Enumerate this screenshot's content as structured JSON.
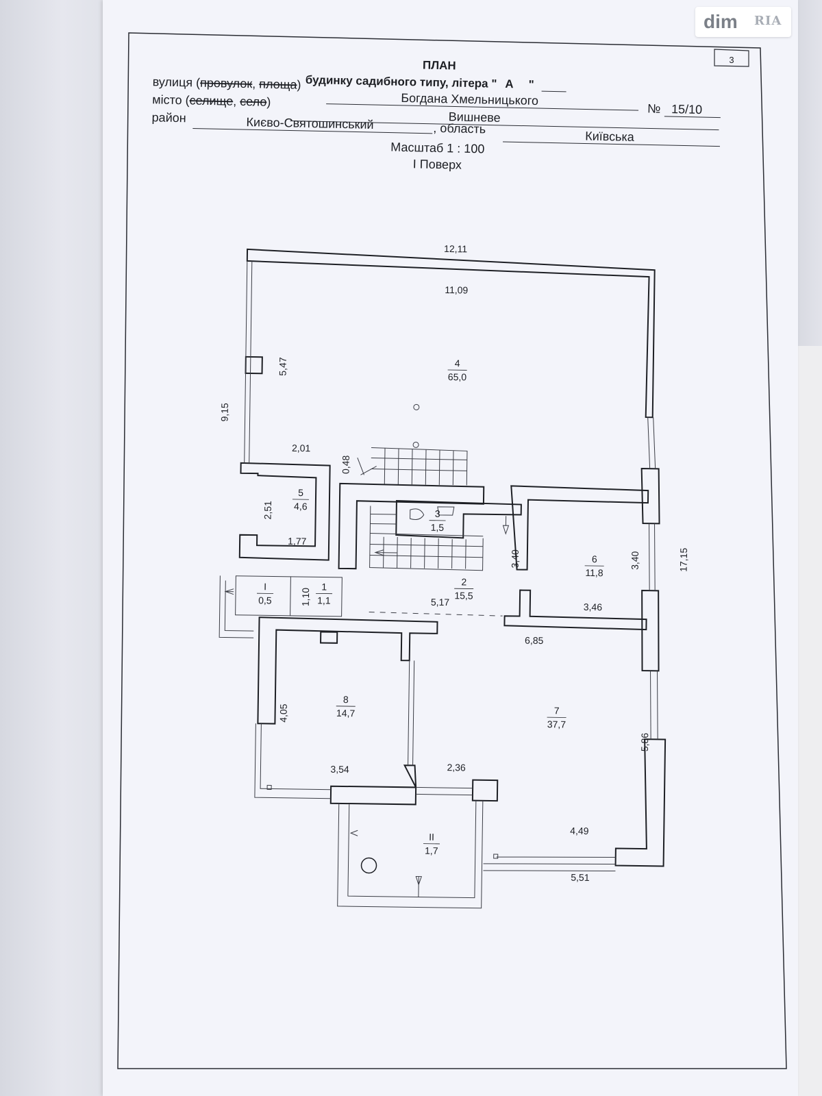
{
  "document": {
    "sheet_number": "3",
    "title": "ПЛАН",
    "subtitle": "будинку садибного типу, літера \"",
    "litera": "А",
    "quote_close": "\"",
    "street_label": "вулиця (",
    "street_strike_1": "провулок",
    "street_comma": ", ",
    "street_strike_2": "площа",
    "street_label_end": ")",
    "street_value": "Богдана Хмельницького",
    "number_label": "№",
    "number_value": "15/10",
    "city_label": "місто (",
    "city_strike_1": "селище",
    "city_comma": ", ",
    "city_strike_2": "село",
    "city_label_end": ")",
    "city_value": "Вишневе",
    "district_label": "район",
    "district_value": "Києво-Святошинський",
    "region_label": ", область",
    "region_value": "Київська",
    "scale": "Масштаб 1 : 100",
    "floor": "І Поверх"
  },
  "dimensions": {
    "top_outer": "12,11",
    "top_inner": "11,09",
    "left_total": "9,15",
    "room4_height": "5,47",
    "room5_top": "2,01",
    "stair_gap": "0,48",
    "room5_height": "2,51",
    "room5_bottom": "1,77",
    "room2_height": "3,40",
    "room6_height": "3,40",
    "right_total": "17,15",
    "vestibule_height": "1,10",
    "room2_width": "5,17",
    "room6_width": "3,46",
    "room7_top": "6,85",
    "room8_height": "4,05",
    "room8_width": "3,54",
    "passage_width": "2,36",
    "room7_height": "5,86",
    "room7_bottom": "4,49",
    "bottom_outer": "5,51"
  },
  "rooms": [
    {
      "number": "4",
      "area": "65,0"
    },
    {
      "number": "5",
      "area": "4,6"
    },
    {
      "number": "3",
      "area": "1,5"
    },
    {
      "number": "6",
      "area": "11,8"
    },
    {
      "number": "I",
      "area": "0,5"
    },
    {
      "number": "1",
      "area": "1,1"
    },
    {
      "number": "2",
      "area": "15,5"
    },
    {
      "number": "8",
      "area": "14,7"
    },
    {
      "number": "7",
      "area": "37,7"
    },
    {
      "number": "II",
      "area": "1,7"
    }
  ],
  "watermark": {
    "brand": "dim",
    "partner": "RIA"
  }
}
